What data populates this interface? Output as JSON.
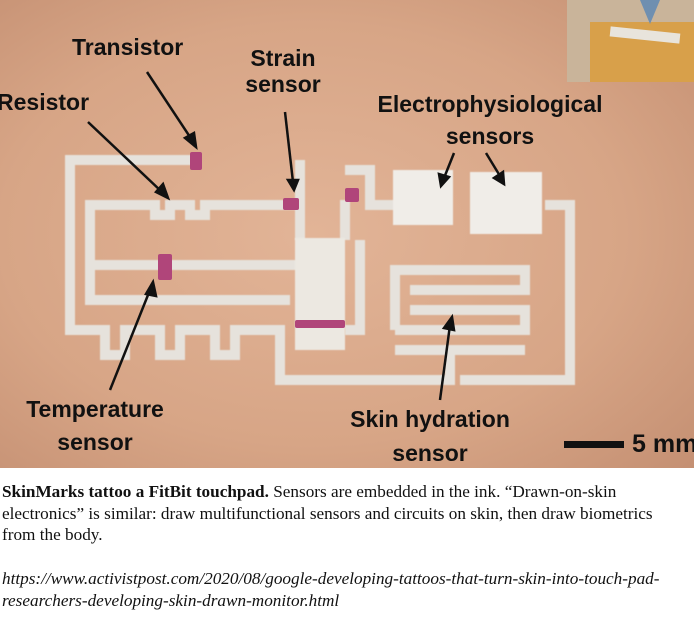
{
  "labels": {
    "transistor": "Transistor",
    "resistor": "Resistor",
    "strain_sensor_line1": "Strain",
    "strain_sensor_line2": "sensor",
    "electrophysiological_line1": "Electrophysiological",
    "electrophysiological_line2": "sensors",
    "temperature_line1": "Temperature",
    "temperature_line2": "sensor",
    "hydration_line1": "Skin hydration",
    "hydration_line2": "sensor"
  },
  "scale_bar": {
    "label": "5 mm"
  },
  "caption": {
    "lead": "SkinMarks tattoo a FitBit touchpad.",
    "body": " Sensors are embedded in the ink. “Drawn-on-skin electronics” is similar: draw multifunctional sensors and circuits on skin, then draw biometrics from the body.",
    "url": "https://www.activistpost.com/2020/08/google-developing-tattoos-that-turn-skin-into-touch-pad-researchers-developing-skin-drawn-monitor.html"
  },
  "colors": {
    "skin": "#d9a98a",
    "trace": "#e6e2dc",
    "sensor_pad": "#f0ede8",
    "magenta_ink": "#b0457a",
    "text": "#111111"
  }
}
